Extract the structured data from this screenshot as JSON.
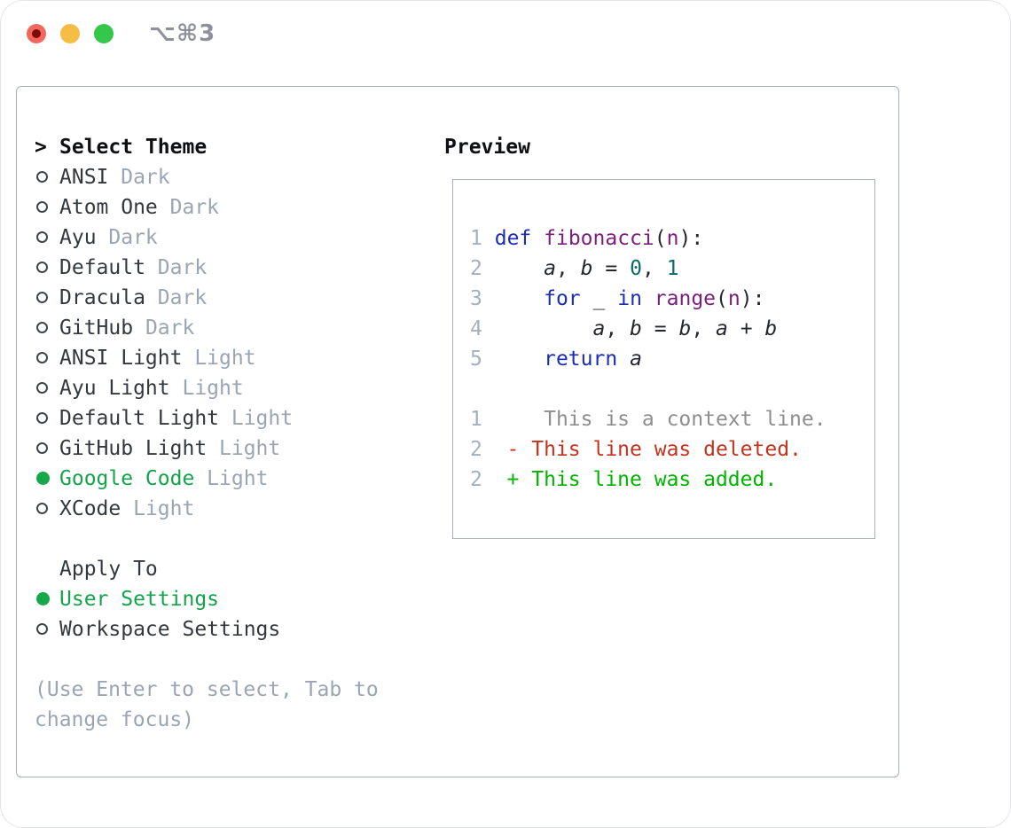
{
  "window": {
    "title_shortcut": "⌥⌘3",
    "traffic_lights": [
      "close",
      "minimize",
      "zoom"
    ]
  },
  "theme_list": {
    "header_prefix": ">",
    "header": "Select Theme",
    "items": [
      {
        "name": "ANSI",
        "variant": "Dark",
        "selected": false
      },
      {
        "name": "Atom One",
        "variant": "Dark",
        "selected": false
      },
      {
        "name": "Ayu",
        "variant": "Dark",
        "selected": false
      },
      {
        "name": "Default",
        "variant": "Dark",
        "selected": false
      },
      {
        "name": "Dracula",
        "variant": "Dark",
        "selected": false
      },
      {
        "name": "GitHub",
        "variant": "Dark",
        "selected": false
      },
      {
        "name": "ANSI Light",
        "variant": "Light",
        "selected": false
      },
      {
        "name": "Ayu Light",
        "variant": "Light",
        "selected": false
      },
      {
        "name": "Default Light",
        "variant": "Light",
        "selected": false
      },
      {
        "name": "GitHub Light",
        "variant": "Light",
        "selected": false
      },
      {
        "name": "Google Code",
        "variant": "Light",
        "selected": true
      },
      {
        "name": "XCode",
        "variant": "Light",
        "selected": false
      }
    ]
  },
  "apply_to": {
    "header": "Apply To",
    "options": [
      {
        "label": "User Settings",
        "selected": true
      },
      {
        "label": "Workspace Settings",
        "selected": false
      }
    ]
  },
  "help_text": "(Use Enter to select, Tab to change focus)",
  "preview": {
    "header": "Preview",
    "lines": [
      {
        "num": "1",
        "kind": "code",
        "tokens": [
          [
            " ",
            "pl"
          ],
          [
            "def",
            "kw"
          ],
          [
            " ",
            "pl"
          ],
          [
            "fibonacci",
            "fn"
          ],
          [
            "(",
            "pl"
          ],
          [
            "n",
            "fn"
          ],
          [
            "):",
            "pl"
          ]
        ]
      },
      {
        "num": "2",
        "kind": "code",
        "tokens": [
          [
            "     ",
            "pl"
          ],
          [
            "a",
            "var"
          ],
          [
            ", ",
            "pl"
          ],
          [
            "b",
            "var"
          ],
          [
            " = ",
            "pl"
          ],
          [
            "0",
            "lit"
          ],
          [
            ", ",
            "pl"
          ],
          [
            "1",
            "lit"
          ]
        ]
      },
      {
        "num": "3",
        "kind": "code",
        "tokens": [
          [
            "     ",
            "pl"
          ],
          [
            "for",
            "kw"
          ],
          [
            " ",
            "pl"
          ],
          [
            "_",
            "var"
          ],
          [
            " ",
            "pl"
          ],
          [
            "in",
            "kw"
          ],
          [
            " ",
            "pl"
          ],
          [
            "range",
            "fn"
          ],
          [
            "(",
            "pl"
          ],
          [
            "n",
            "fn"
          ],
          [
            "):",
            "pl"
          ]
        ]
      },
      {
        "num": "4",
        "kind": "code",
        "tokens": [
          [
            "         ",
            "pl"
          ],
          [
            "a",
            "var"
          ],
          [
            ", ",
            "pl"
          ],
          [
            "b",
            "var"
          ],
          [
            " = ",
            "pl"
          ],
          [
            "b",
            "var"
          ],
          [
            ", ",
            "pl"
          ],
          [
            "a",
            "var"
          ],
          [
            " + ",
            "pl"
          ],
          [
            "b",
            "var"
          ]
        ]
      },
      {
        "num": "5",
        "kind": "code",
        "tokens": [
          [
            "     ",
            "pl"
          ],
          [
            "return",
            "kw"
          ],
          [
            " ",
            "pl"
          ],
          [
            "a",
            "var"
          ]
        ]
      },
      {
        "num": "",
        "kind": "blank",
        "tokens": []
      },
      {
        "num": "1",
        "kind": "diff-context",
        "tokens": [
          [
            "     This is a context line.",
            "ctx"
          ]
        ]
      },
      {
        "num": "2",
        "kind": "diff-deleted",
        "tokens": [
          [
            "  - This line was deleted.",
            "del"
          ]
        ]
      },
      {
        "num": "2",
        "kind": "diff-added",
        "tokens": [
          [
            "  + This line was added.",
            "add"
          ]
        ]
      }
    ]
  },
  "colors": {
    "heading": "#0e1013",
    "text_dark": "#33383f",
    "muted": "#9aa5b4",
    "accent_green_text": "#13a44b",
    "accent_green_fill": "#16a94c",
    "bullet_outline": "#40454c",
    "panel_border": "#a6aeb9",
    "preview_border": "#a9b2bd",
    "line_number": "#a3b0c2",
    "title_gray": "#8d929a",
    "traffic": {
      "red": "#f1695e",
      "red_dot": "#7e0b05",
      "yellow": "#f6bd45",
      "green": "#35c749"
    },
    "syntax": {
      "keyword": "#1b2db4",
      "function": "#7b1f7b",
      "literal": "#0e6a6a",
      "plain": "#24282e",
      "context": "#8e8e8e",
      "deleted": "#c2331d",
      "added": "#00b400"
    }
  }
}
